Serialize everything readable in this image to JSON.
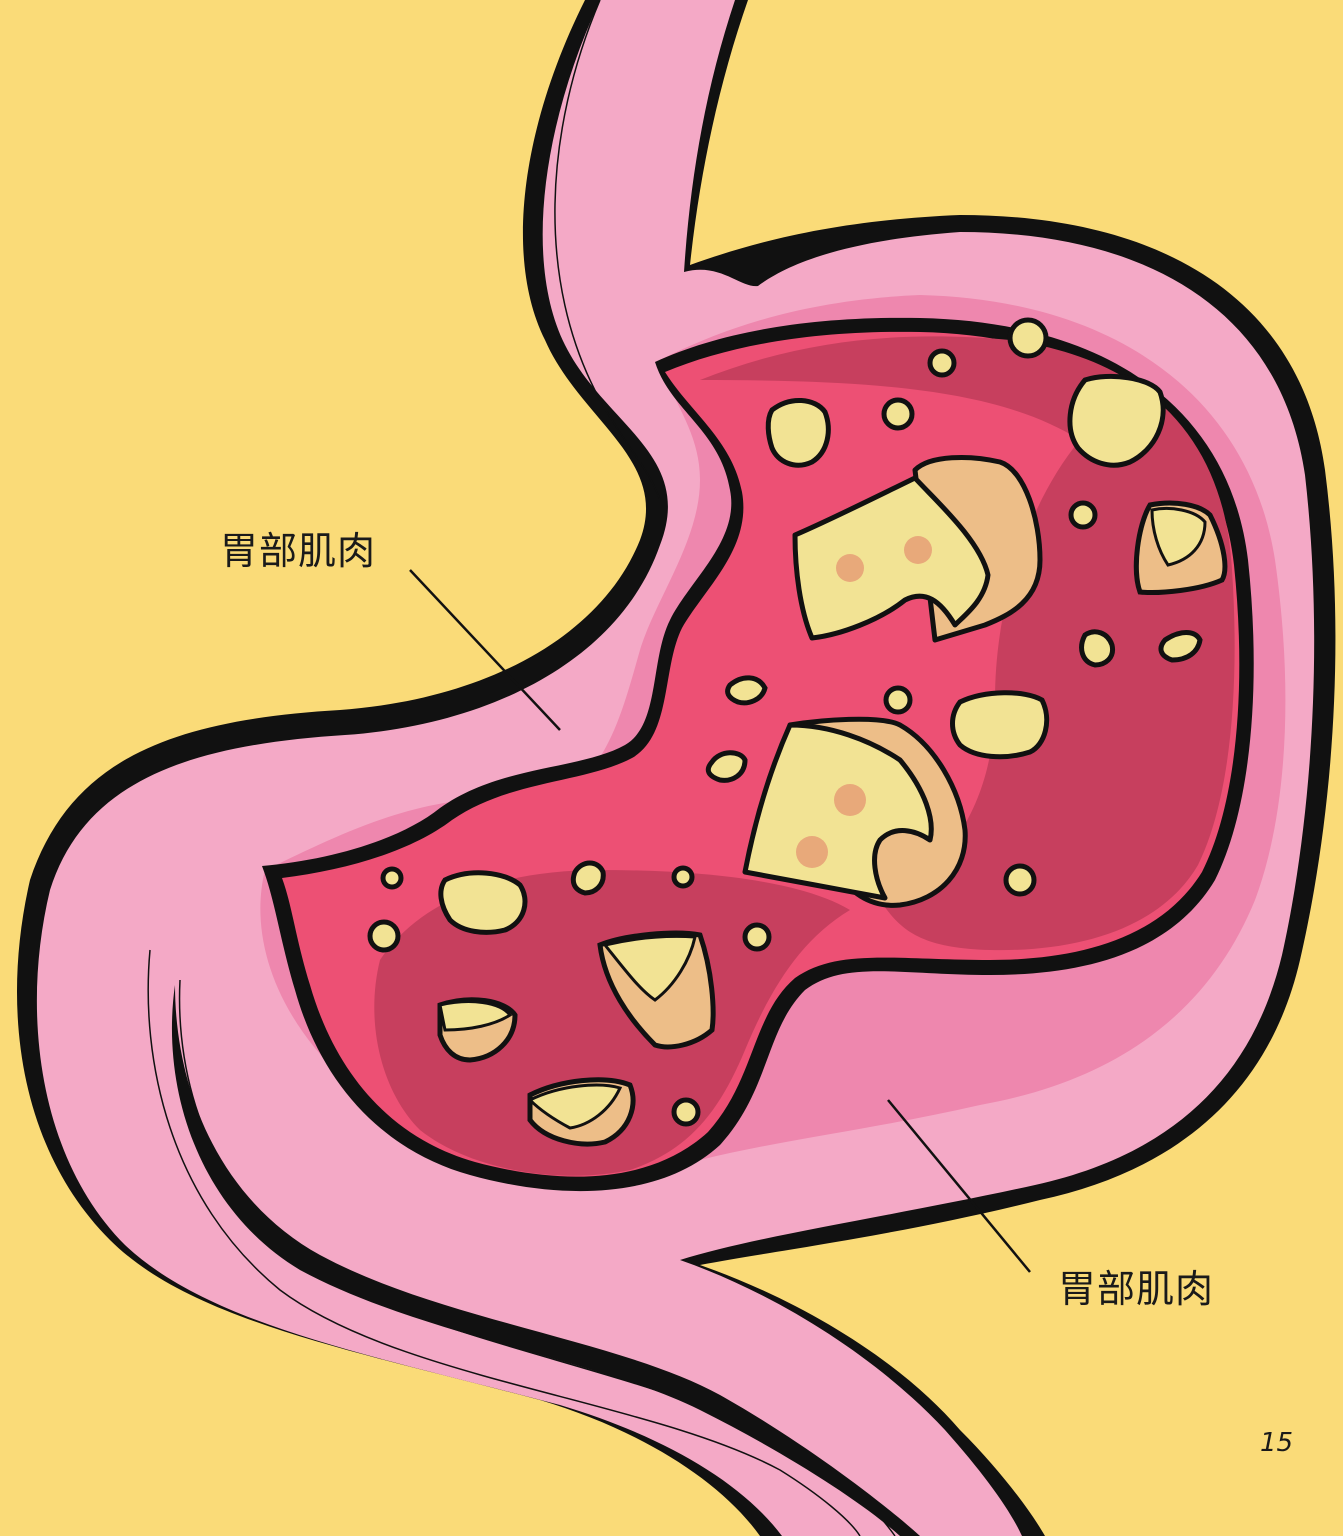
{
  "labels": {
    "upper": "胃部肌肉",
    "lower": "胃部肌肉"
  },
  "page_number": "15",
  "colors": {
    "background": "#FADB78",
    "stomach_wall": "#F4A9C6",
    "inner_lining": "#EE87AE",
    "cavity": "#ED5074",
    "cavity_deep": "#C73F5E",
    "food": "#F2E394",
    "food_side": "#EDBE88",
    "spot": "#E8A97A",
    "outline": "#111111"
  }
}
